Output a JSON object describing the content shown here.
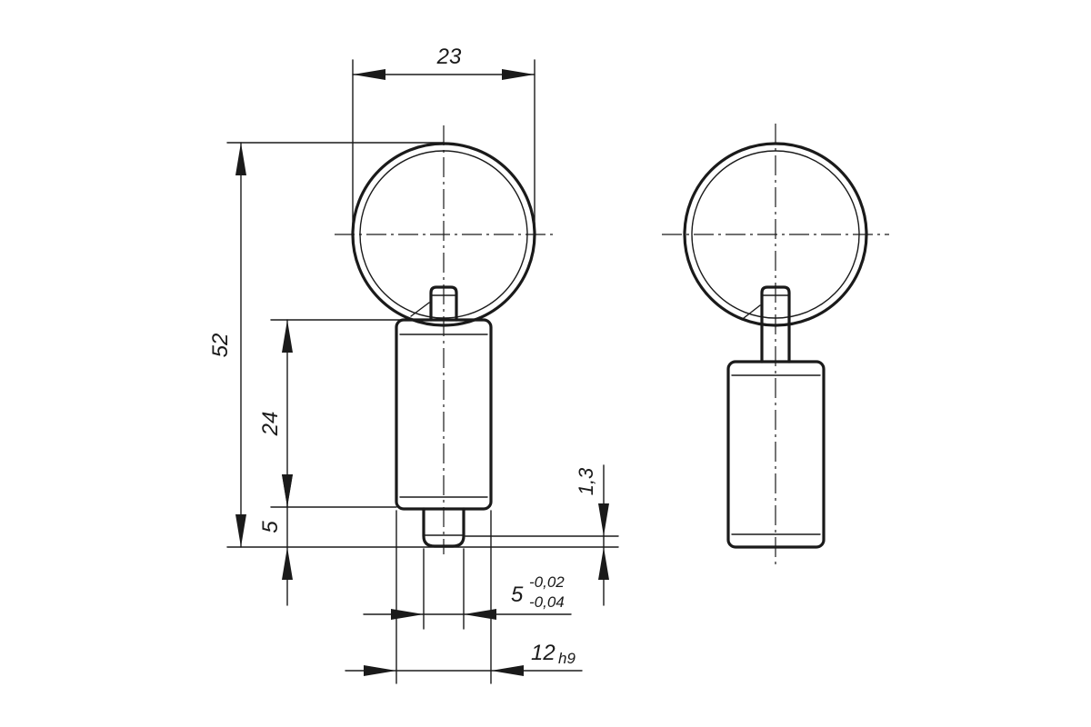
{
  "drawing": {
    "dimensions": {
      "ring_width": "23",
      "overall_length": "52",
      "body_length": "24",
      "pin_length": "5",
      "chamfer": "1,3",
      "pin_diameter": "5",
      "pin_tol_upper": "-0,02",
      "pin_tol_lower": "-0,04",
      "body_diameter": "12",
      "body_fit": "h9"
    },
    "colors": {
      "line": "#1a1a1a",
      "background": "#ffffff"
    }
  }
}
